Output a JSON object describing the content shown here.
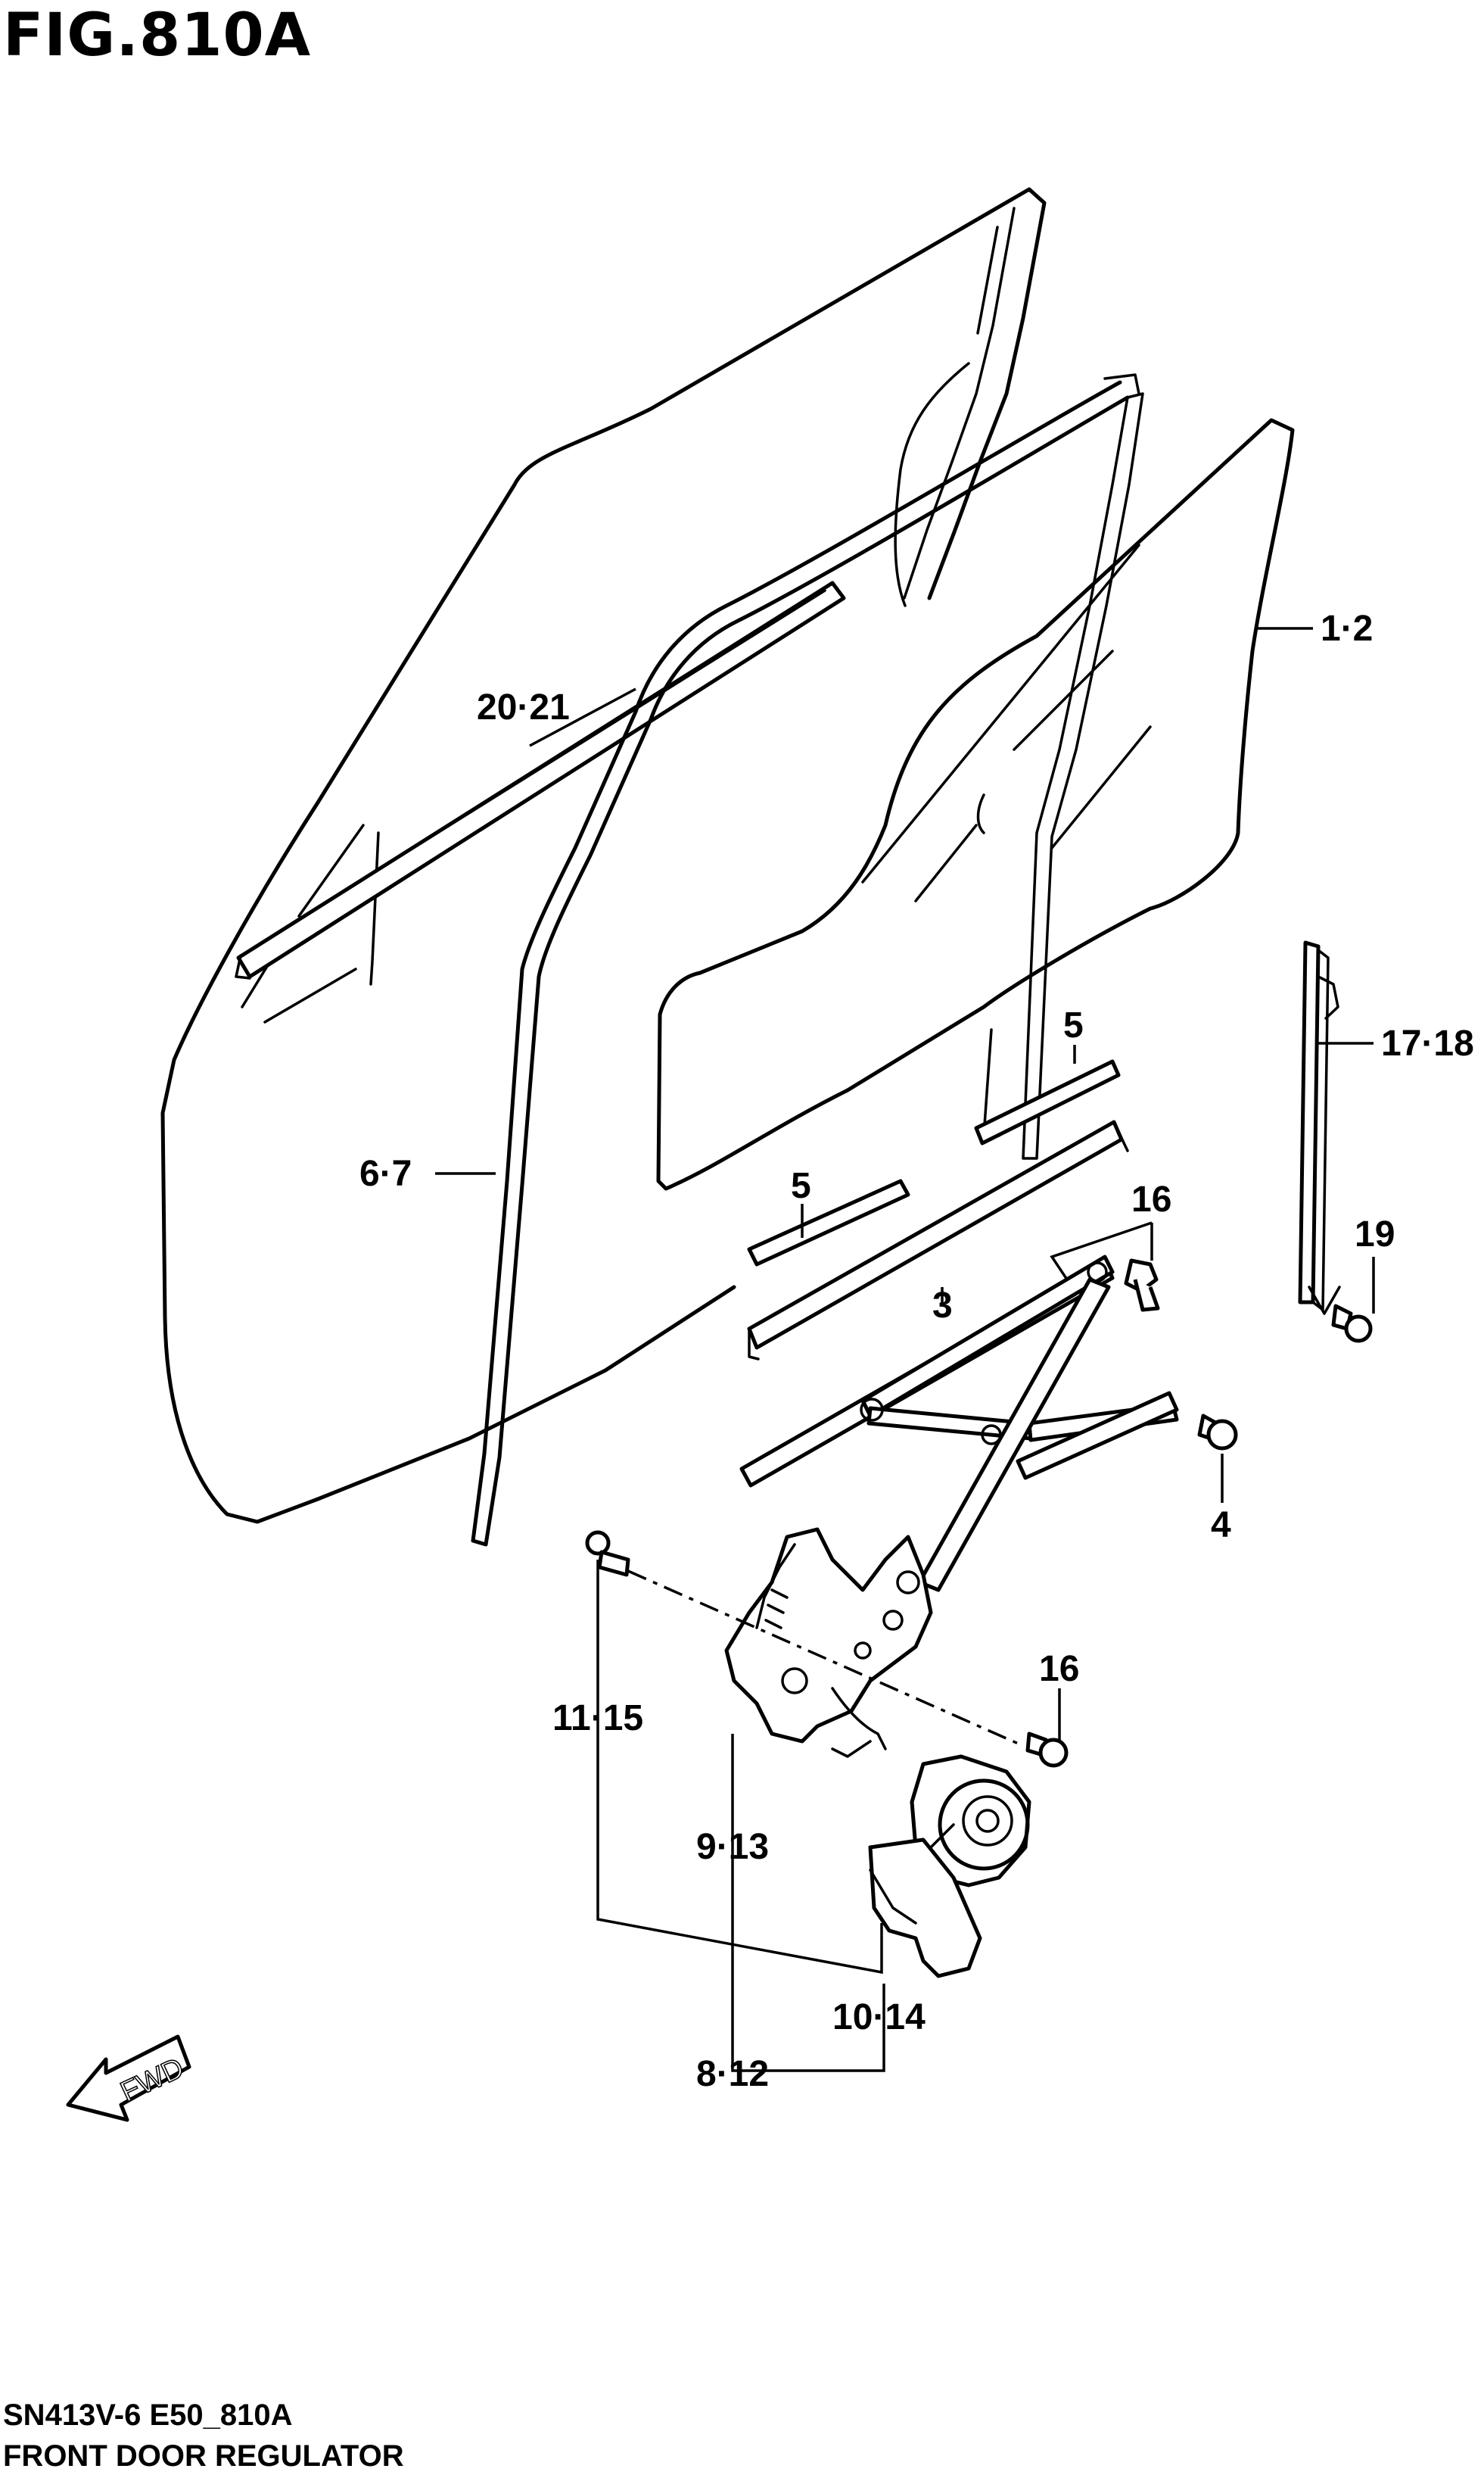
{
  "figure": {
    "title": "FIG.810A",
    "model_code": "SN413V-6 E50_810A",
    "section_name": "FRONT DOOR REGULATOR"
  },
  "direction_indicator": {
    "label": "FWD"
  },
  "callouts": [
    {
      "id": "c-1-2",
      "label": "1·2"
    },
    {
      "id": "c-20-21",
      "label": "20·21"
    },
    {
      "id": "c-17-18",
      "label": "17·18"
    },
    {
      "id": "c-5a",
      "label": "5"
    },
    {
      "id": "c-5b",
      "label": "5"
    },
    {
      "id": "c-6-7",
      "label": "6·7"
    },
    {
      "id": "c-16a",
      "label": "16"
    },
    {
      "id": "c-19",
      "label": "19"
    },
    {
      "id": "c-3",
      "label": "3"
    },
    {
      "id": "c-4",
      "label": "4"
    },
    {
      "id": "c-16b",
      "label": "16"
    },
    {
      "id": "c-11-15",
      "label": "11·15"
    },
    {
      "id": "c-9-13",
      "label": "9·13"
    },
    {
      "id": "c-10-14",
      "label": "10·14"
    },
    {
      "id": "c-8-12",
      "label": "8·12"
    }
  ]
}
